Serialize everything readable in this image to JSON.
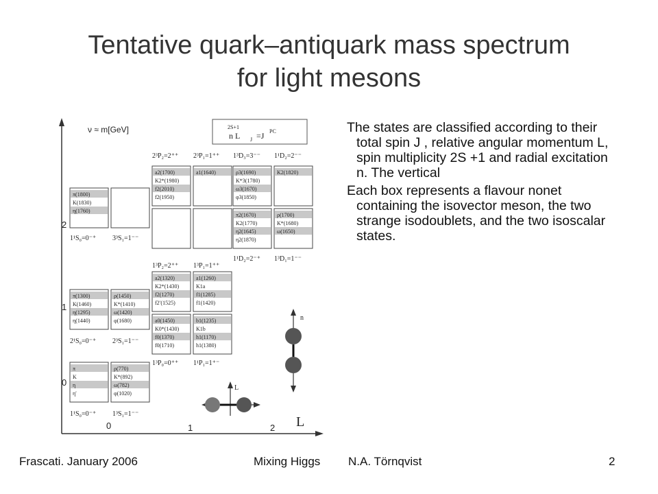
{
  "slide": {
    "title_line1": "Tentative quark–antiquark mass spectrum",
    "title_line2": "for light mesons",
    "paragraphs": [
      "The states are classified  according to their total spin J , relative angular momentum L, spin multiplicity 2S +1 and radial excitation n. The vertical",
      "Each box represents a flavour nonet containing the isovector meson, the two strange isodoublets, and the two isoscalar states."
    ],
    "footer": {
      "left": "Frascati.  January 2006",
      "center": "Mixing Higgs",
      "author": "N.A. Törnqvist",
      "page": "2"
    }
  },
  "diagram": {
    "y_axis_label": "ν ≈ m[GeV]",
    "x_axis_label": "L",
    "y_ticks": [
      "0",
      "1",
      "2"
    ],
    "x_ticks": [
      "0",
      "1",
      "2"
    ],
    "legend": {
      "top": "2S+1",
      "main": "n  L",
      "sub": "J",
      "suffix": "=J",
      "sup": "PC"
    },
    "quark_n_label": "n",
    "quark_L_label": "L",
    "colors": {
      "shade": "#c8c8c8",
      "line": "#333333"
    },
    "boxes": [
      {
        "col": 0,
        "row": "low",
        "states": [
          "π",
          "K",
          "η",
          "η′"
        ]
      },
      {
        "col": 1,
        "row": "low",
        "states": [
          "ρ(770)",
          "K*(892)",
          "ω(782)",
          "φ(1020)"
        ]
      },
      {
        "col": 0,
        "row": "mid",
        "states": [
          "π(1300)",
          "K(1460)",
          "η(1295)",
          "η(1440)"
        ]
      },
      {
        "col": 1,
        "row": "mid",
        "states": [
          "ρ(1450)",
          "K*(1410)",
          "ω(1420)",
          "φ(1680)"
        ]
      },
      {
        "col": 0,
        "row": "high",
        "states": [
          "π(1800)",
          "K(1830)",
          "η(1760)"
        ]
      },
      {
        "col": 1,
        "row": "high",
        "states": []
      },
      {
        "col": 2,
        "row": "p_low",
        "states": [
          "a0(1450)",
          "K0*(1430)",
          "f0(1370)",
          "f0(1710)"
        ]
      },
      {
        "col": 3,
        "row": "p_low",
        "states": [
          "b1(1235)",
          "K1b",
          "h1(1170)",
          "h1(1380)"
        ]
      },
      {
        "col": 2,
        "row": "p_mid",
        "states": [
          "a2(1320)",
          "K2*(1430)",
          "f2(1270)",
          "f2′(1525)"
        ]
      },
      {
        "col": 3,
        "row": "p_mid",
        "states": [
          "a1(1260)",
          "K1a",
          "f1(1285)",
          "f1(1420)"
        ]
      },
      {
        "col": 2,
        "row": "p_high",
        "states": [
          "a2(1700)",
          "K2*(1980)",
          "f2(2010)",
          "f2(1950)"
        ]
      },
      {
        "col": 3,
        "row": "p_high",
        "states": [
          "a1(1640)"
        ]
      },
      {
        "col": 2,
        "row": "p_high2",
        "states": []
      },
      {
        "col": 3,
        "row": "p_high2",
        "states": []
      },
      {
        "col": 4,
        "row": "d_high",
        "states": [
          "ρ3(1690)",
          "K*3(1780)",
          "ω3(1670)",
          "φ3(1850)"
        ]
      },
      {
        "col": 5,
        "row": "d_high",
        "states": [
          "K2(1820)"
        ]
      },
      {
        "col": 4,
        "row": "d_mid",
        "states": [
          "π2(1670)",
          "K2(1770)",
          "η2(1645)",
          "η2(1870)"
        ]
      },
      {
        "col": 5,
        "row": "d_mid",
        "states": [
          "ρ(1700)",
          "K*(1680)",
          "ω(1650)"
        ]
      }
    ],
    "box_labels": [
      {
        "key": "s0_low",
        "text": "1¹S₀=0⁻⁺"
      },
      {
        "key": "s1_low",
        "text": "1³S₁=1⁻⁻"
      },
      {
        "key": "s0_mid",
        "text": "2¹S₀=0⁻⁺"
      },
      {
        "key": "s1_mid",
        "text": "2³S₁=1⁻⁻"
      },
      {
        "key": "s0_high",
        "text": "1¹S₀=0⁻⁺"
      },
      {
        "key": "s1_high",
        "text": "3³S₁=1⁻⁻"
      },
      {
        "key": "p0",
        "text": "1³P₀=0⁺⁺"
      },
      {
        "key": "p1b",
        "text": "1¹P₁=1⁺⁻"
      },
      {
        "key": "p2",
        "text": "1³P₂=2⁺⁺"
      },
      {
        "key": "p1a",
        "text": "1³P₁=1⁺⁺"
      },
      {
        "key": "p2h",
        "text": "2³P₂=2⁺⁺"
      },
      {
        "key": "p1h",
        "text": "2³P₁=1⁺⁺"
      },
      {
        "key": "d3",
        "text": "1³D₃=3⁻⁻"
      },
      {
        "key": "d2h",
        "text": "1¹D₂=2⁻⁻"
      },
      {
        "key": "d2m",
        "text": "1¹D₂=2⁻⁺"
      },
      {
        "key": "d1",
        "text": "1³D₁=1⁻⁻"
      }
    ]
  }
}
